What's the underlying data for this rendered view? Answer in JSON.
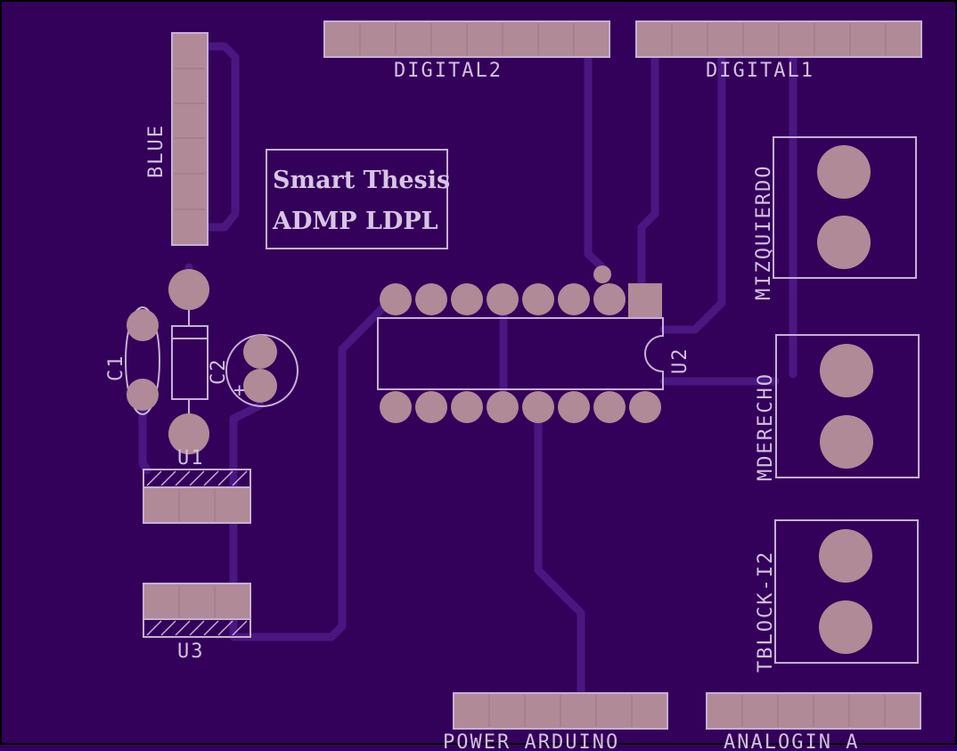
{
  "logo": {
    "line1": "Smart Thesis",
    "line2": "ADMP LDPL"
  },
  "labels": {
    "digital2": "DIGITAL2",
    "digital1": "DIGITAL1",
    "blue": "BLUE",
    "mizquierdo": "MIZQUIERDO",
    "mderecho": "MDERECHO",
    "tblock": "TBLOCK-I2",
    "c1": "C1",
    "c2": "C2",
    "plus": "+",
    "u1": "U1",
    "u2": "U2",
    "u3": "U3",
    "power": "POWER_ARDUINO",
    "analog": "ANALOGIN_A"
  },
  "colors": {
    "board": "#33005a",
    "trace": "#4a1780",
    "pad": "#b08a96",
    "silkscreen": "#c9aed6"
  }
}
